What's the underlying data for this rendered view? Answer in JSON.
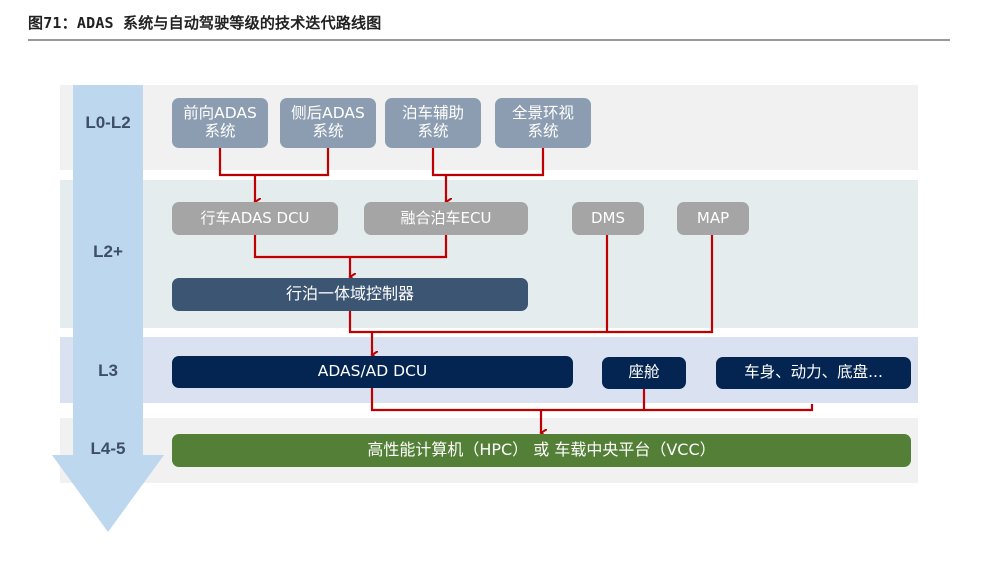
{
  "title": "图71：ADAS 系统与自动驾驶等级的技术迭代路线图",
  "levels": [
    {
      "label": "L0-L2"
    },
    {
      "label": "L2+"
    },
    {
      "label": "L3"
    },
    {
      "label": "L4-5"
    }
  ],
  "l0_l2": {
    "boxes": [
      {
        "line1": "前向ADAS",
        "line2": "系统"
      },
      {
        "line1": "侧后ADAS",
        "line2": "系统"
      },
      {
        "line1": "泊车辅助",
        "line2": "系统"
      },
      {
        "line1": "全景环视",
        "line2": "系统"
      }
    ]
  },
  "l2_plus": {
    "driving_dcu": "行车ADAS DCU",
    "parking_ecu": "融合泊车ECU",
    "dms": "DMS",
    "map": "MAP",
    "domain_controller": "行泊一体域控制器"
  },
  "l3": {
    "adas_ad_dcu": "ADAS/AD DCU",
    "cockpit": "座舱",
    "body_power_chassis": "车身、动力、底盘..."
  },
  "l4_5": {
    "central_platform": "高性能计算机（HPC） 或 车载中央平台（VCC）"
  },
  "colors": {
    "connector": "#c00000",
    "level_arrow": "#bdd7ee",
    "l0_l2_box": "#8c9db1",
    "l2p_box": "#a5a5a5",
    "domain_box": "#3b5573",
    "l3_box": "#042552",
    "l45_box": "#537f37"
  }
}
